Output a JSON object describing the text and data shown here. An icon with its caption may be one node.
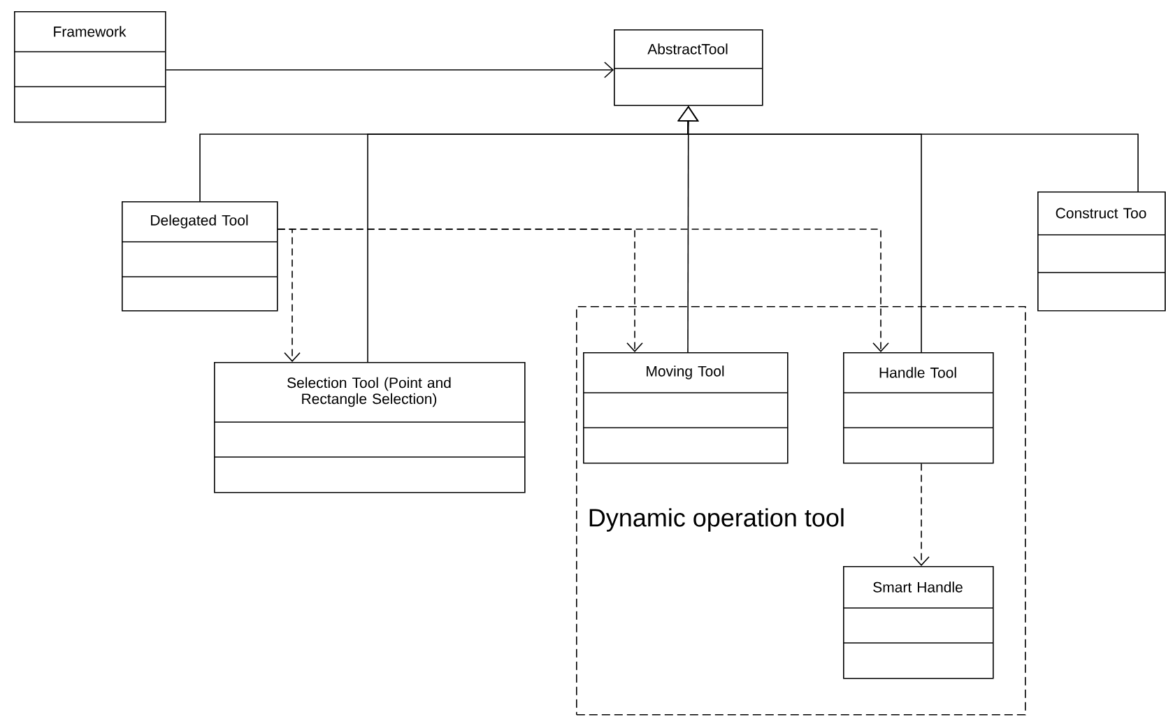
{
  "diagram": {
    "nodes": [
      {
        "text": [
          "Framework"
        ]
      },
      {
        "text": [
          "AbstractTool"
        ]
      },
      {
        "text": [
          "Delegated Tool"
        ]
      },
      {
        "text": [
          "Construct Too"
        ]
      },
      {
        "text": [
          "Selection Tool (Point and Rectangle Selection)"
        ]
      },
      {
        "text": [
          "Dynamic operation tool"
        ]
      },
      {
        "text": [
          "Moving Tool"
        ],
        "in": 5
      },
      {
        "text": [
          "Handle Tool"
        ],
        "in": 5
      },
      {
        "text": [
          "Smart Handle"
        ],
        "in": 5
      }
    ],
    "edges": [
      {
        "from": 0,
        "to": 1,
        "arrow": "to"
      },
      {
        "from": 2,
        "to": 1,
        "arrow": "to"
      },
      {
        "from": 4,
        "to": 1,
        "arrow": "to"
      },
      {
        "from": 6,
        "to": 1,
        "arrow": "to"
      },
      {
        "from": 7,
        "to": 1,
        "arrow": "to"
      },
      {
        "from": 3,
        "to": 1,
        "arrow": "to"
      },
      {
        "from": 2,
        "to": 4,
        "arrow": "to",
        "style": "dashed"
      },
      {
        "from": 2,
        "to": 6,
        "arrow": "to",
        "style": "dashed"
      },
      {
        "from": 2,
        "to": 7,
        "arrow": "to",
        "style": "dashed"
      },
      {
        "from": 7,
        "to": 8,
        "arrow": "to",
        "style": "dashed"
      }
    ]
  }
}
